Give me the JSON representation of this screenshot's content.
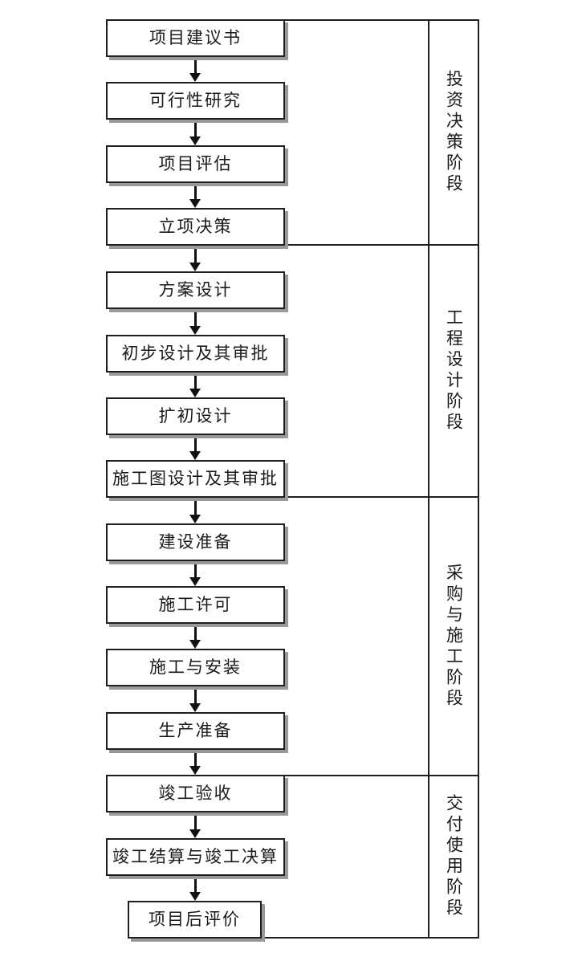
{
  "flowchart": {
    "steps": [
      {
        "label": "项目建议书"
      },
      {
        "label": "可行性研究"
      },
      {
        "label": "项目评估"
      },
      {
        "label": "立项决策"
      },
      {
        "label": "方案设计"
      },
      {
        "label": "初步设计及其审批"
      },
      {
        "label": "扩初设计"
      },
      {
        "label": "施工图设计及其审批"
      },
      {
        "label": "建设准备"
      },
      {
        "label": "施工许可"
      },
      {
        "label": "施工与安装"
      },
      {
        "label": "生产准备"
      },
      {
        "label": "竣工验收"
      },
      {
        "label": "竣工结算与竣工决算"
      },
      {
        "label": "项目后评价"
      }
    ]
  },
  "phases": [
    {
      "label": "投资决策阶段"
    },
    {
      "label": "工程设计阶段"
    },
    {
      "label": "采购与施工阶段"
    },
    {
      "label": "交付使用阶段"
    }
  ],
  "colors": {
    "background": "#ffffff",
    "line": "#1f1f1f",
    "text": "#1a1a1a",
    "box_shadow": "#999999"
  }
}
